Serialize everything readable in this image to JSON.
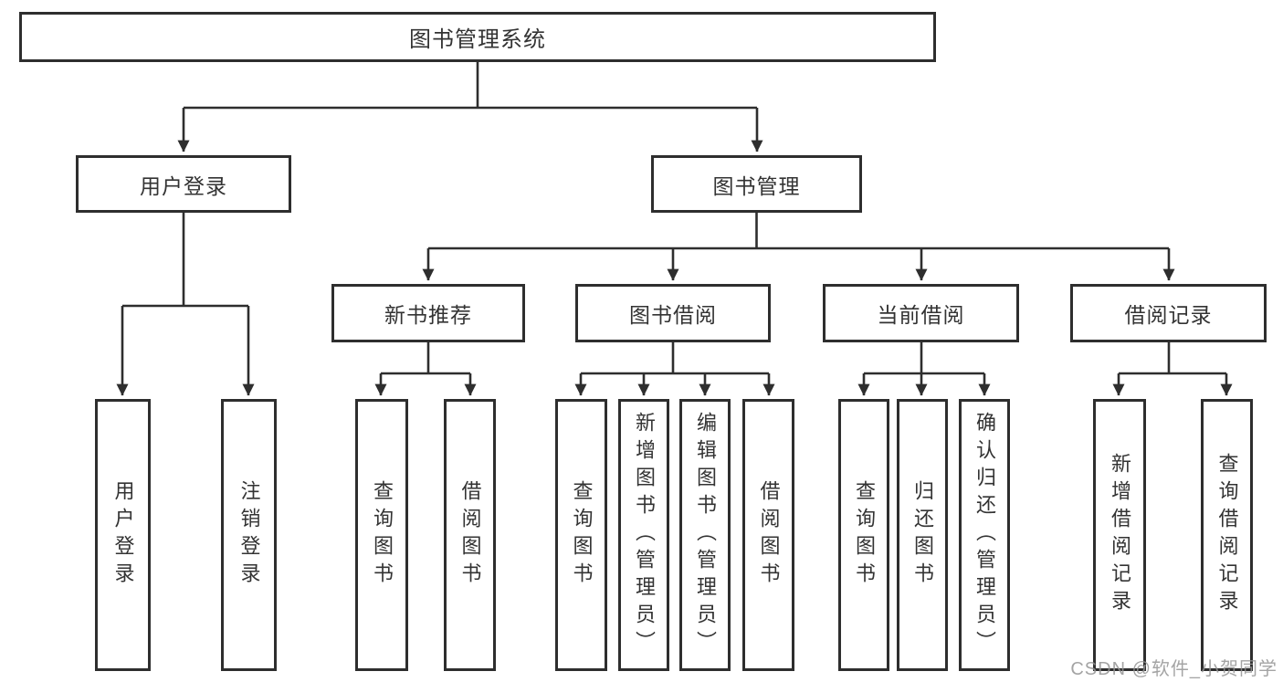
{
  "diagram_title": "图书管理系统",
  "watermark": "CSDN @软件_小贺同学",
  "colors": {
    "line": "#2e2e2e",
    "text": "#333333",
    "background": "#ffffff",
    "watermark": "#949494"
  },
  "tree": {
    "label": "图书管理系统",
    "children": [
      {
        "label": "用户登录",
        "children": [
          {
            "label": "用户登录"
          },
          {
            "label": "注销登录"
          }
        ]
      },
      {
        "label": "图书管理",
        "children": [
          {
            "label": "新书推荐",
            "children": [
              {
                "label": "查询图书"
              },
              {
                "label": "借阅图书"
              }
            ]
          },
          {
            "label": "图书借阅",
            "children": [
              {
                "label": "查询图书"
              },
              {
                "label": "新增图书（管理员）"
              },
              {
                "label": "编辑图书（管理员）"
              },
              {
                "label": "借阅图书"
              }
            ]
          },
          {
            "label": "当前借阅",
            "children": [
              {
                "label": "查询图书"
              },
              {
                "label": "归还图书"
              },
              {
                "label": "确认归还（管理员）"
              }
            ]
          },
          {
            "label": "借阅记录",
            "children": [
              {
                "label": "新增借阅记录"
              },
              {
                "label": "查询借阅记录"
              }
            ]
          }
        ]
      }
    ]
  }
}
